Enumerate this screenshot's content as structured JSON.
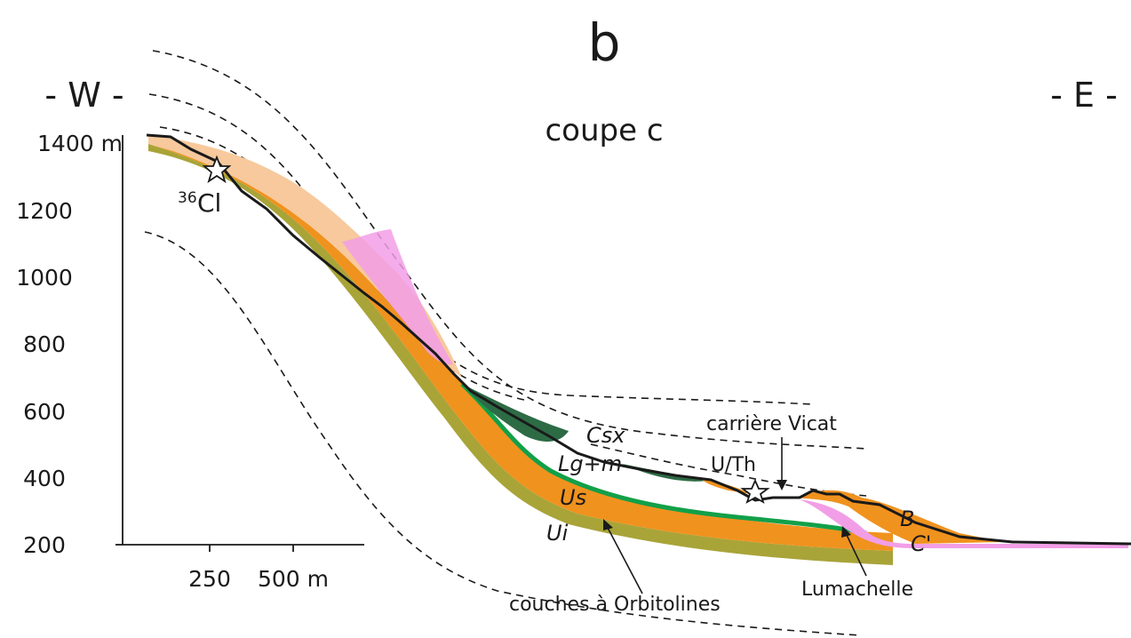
{
  "figure": {
    "panel_letter": "b",
    "title": "coupe c",
    "west_label": "- W -",
    "east_label": "- E -",
    "y_axis": {
      "ticks": [
        {
          "value": 1400,
          "label": "1400 m"
        },
        {
          "value": 1200,
          "label": "1200"
        },
        {
          "value": 1000,
          "label": "1000"
        },
        {
          "value": 800,
          "label": "800"
        },
        {
          "value": 600,
          "label": "600"
        },
        {
          "value": 400,
          "label": "400"
        },
        {
          "value": 200,
          "label": "200"
        }
      ]
    },
    "x_axis": {
      "tick_labels": [
        "250",
        "500 m"
      ]
    },
    "annotations": {
      "cl36": "Cl",
      "cl36_sup": "36",
      "uth": "U/Th",
      "carriere": "carrière Vicat",
      "orbitolines": "couches à Orbitolines",
      "lumachelle": "Lumachelle"
    },
    "units": {
      "csx": "Csx",
      "lgm": "Lg+m",
      "us": "Us",
      "ui": "Ui",
      "b": "B",
      "cl": "C'"
    },
    "colors": {
      "pale_orange": "#f7c99c",
      "orange": "#f0921e",
      "green": "#12a049",
      "olive": "#a9a438",
      "dark_green": "#2d6b45",
      "pink": "#f29ee6",
      "outline": "#1a1a1a"
    }
  }
}
